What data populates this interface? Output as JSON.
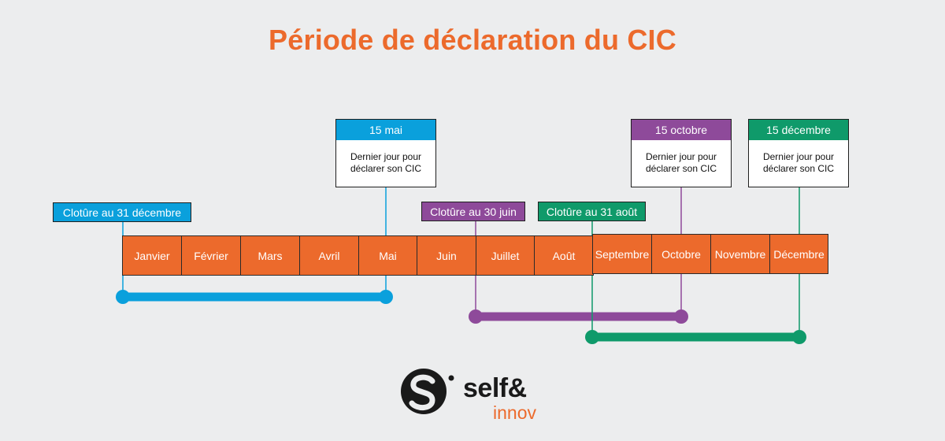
{
  "title": "Période de déclaration du CIC",
  "colors": {
    "orange": "#ec6a2c",
    "blue": "#0aa0dc",
    "purple": "#8e4a9a",
    "green": "#0f9a6a"
  },
  "months": [
    "Janvier",
    "Février",
    "Mars",
    "Avril",
    "Mai",
    "Juin",
    "Juillet",
    "Août",
    "Septembre",
    "Octobre",
    "Novembre",
    "Décembre"
  ],
  "closures": {
    "dec": "Clotûre au 31 décembre",
    "jun": "Clotûre au 30 juin",
    "aug": "Clotûre au 31 août"
  },
  "deadlines": {
    "may": {
      "date": "15 mai",
      "line1": "Dernier jour pour",
      "line2": "déclarer son CIC"
    },
    "oct": {
      "date": "15 octobre",
      "line1": "Dernier jour pour",
      "line2": "déclarer son CIC"
    },
    "dec": {
      "date": "15 décembre",
      "line1": "Dernier jour pour",
      "line2": "déclarer son CIC"
    }
  },
  "logo": {
    "word": "self&",
    "sub": "innov"
  }
}
